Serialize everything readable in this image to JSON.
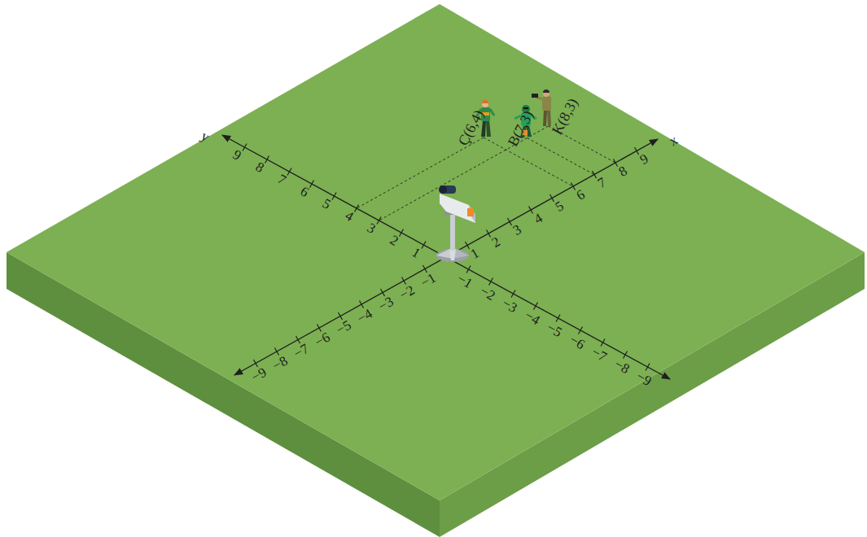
{
  "diagram": {
    "labels": [
      "y",
      "9",
      "8",
      "7",
      "6",
      "5",
      "4",
      "3",
      "2",
      "1",
      "x",
      "1",
      "2",
      "3",
      "4",
      "5",
      "6",
      "7",
      "8",
      "9",
      "−9",
      "−8",
      "−7",
      "−6",
      "−5",
      "−4",
      "−3",
      "−2",
      "−1",
      "−1",
      "−2",
      "−3",
      "−4",
      "−5",
      "−6",
      "−7",
      "−8",
      "−9",
      "Ç(6,4)",
      "B(7,3)",
      "K(8,3)"
    ]
  }
}
